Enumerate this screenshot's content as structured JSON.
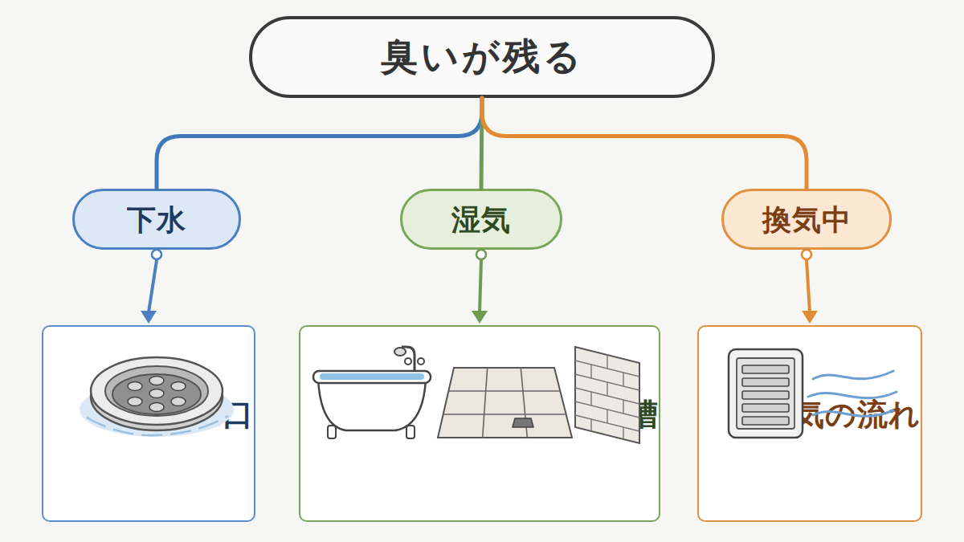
{
  "diagram": {
    "nodes": [
      {
        "text": [
          "臭いが残る"
        ]
      },
      {
        "text": [
          "下水"
        ]
      },
      {
        "text": [
          "湿気"
        ]
      },
      {
        "text": [
          "換気中"
        ]
      },
      {
        "text": [
          "排水口"
        ]
      },
      {
        "text": [
          "床・壁・浴槽"
        ]
      },
      {
        "text": [
          "空気の流れ"
        ]
      }
    ],
    "edges": [
      {
        "from": 0,
        "to": 1,
        "arrow": "none"
      },
      {
        "from": 0,
        "to": 2,
        "arrow": "none"
      },
      {
        "from": 0,
        "to": 3,
        "arrow": "none"
      },
      {
        "from": 1,
        "to": 4,
        "arrow": "to"
      },
      {
        "from": 2,
        "to": 5,
        "arrow": "to"
      },
      {
        "from": 3,
        "to": 6,
        "arrow": "to"
      }
    ]
  }
}
